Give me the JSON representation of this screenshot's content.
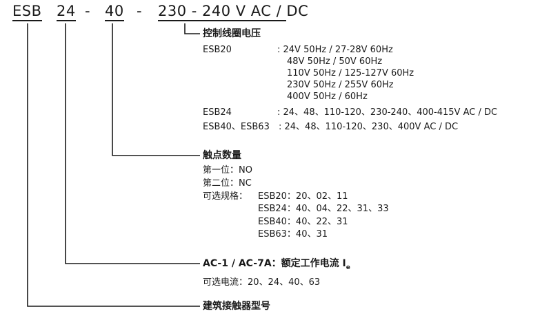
{
  "code": {
    "series": "ESB",
    "current": "24",
    "contacts": "40",
    "separator": "-",
    "voltage": "230 - 240 V AC / DC"
  },
  "coil_voltage": {
    "heading": "控制线圈电压",
    "esb20_model": "ESB20",
    "esb20_line1": ": 24V  50Hz / 27-28V 60Hz",
    "esb20_line2": "48V  50Hz / 50V 60Hz",
    "esb20_line3": "110V  50Hz / 125-127V 60Hz",
    "esb20_line4": "230V  50Hz / 255V 60Hz",
    "esb20_line5": "400V  50Hz / 60Hz",
    "esb24_model": "ESB24",
    "esb24_values": ": 24、48、110-120、230-240、400-415V AC / DC",
    "esb40_63_model": "ESB40、ESB63",
    "esb40_63_values": ": 24、48、110-120、230、400V AC / DC"
  },
  "contacts": {
    "heading": "触点数量",
    "first": "第一位：NO",
    "second": "第二位：NC",
    "options_label": "可选规格：",
    "esb20": "ESB20：20、02、11",
    "esb24": "ESB24：40、04、22、31、33",
    "esb40": "ESB40：40、22、31",
    "esb63": "ESB63：40、31"
  },
  "rated_current": {
    "heading": "AC-1 / AC-7A：额定工作电流 I",
    "subscript": "e",
    "options": "可选电流：20、24、40、63"
  },
  "model": {
    "heading": "建筑接触器型号"
  }
}
